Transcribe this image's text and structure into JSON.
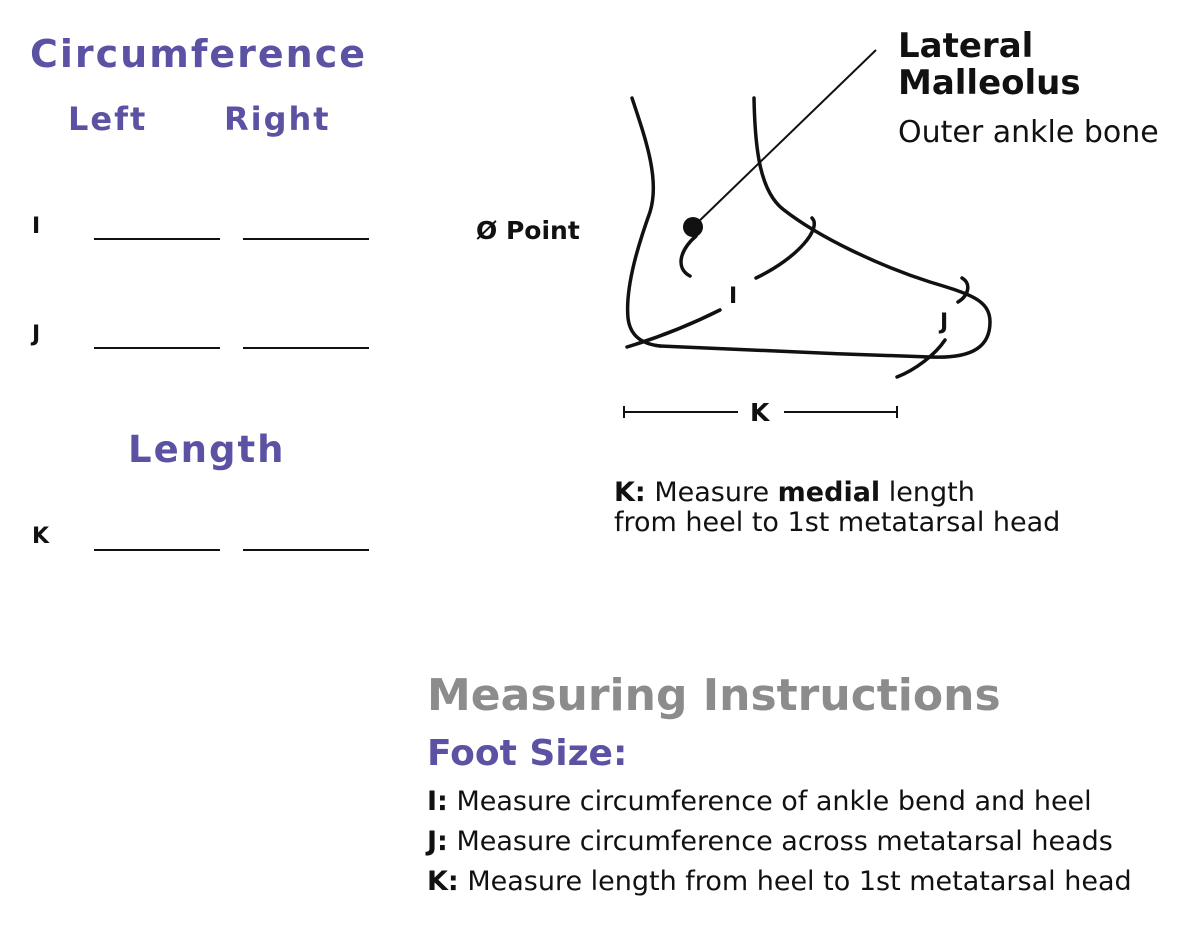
{
  "colors": {
    "purple": "#5b52a3",
    "gray": "#8c8c8c",
    "ink": "#111111"
  },
  "form": {
    "circumference_heading": "Circumference",
    "left_heading": "Left",
    "right_heading": "Right",
    "length_heading": "Length",
    "rows": [
      {
        "label": "I"
      },
      {
        "label": "J"
      },
      {
        "label": "K"
      }
    ]
  },
  "diagram": {
    "lateral_title_line1": "Lateral",
    "lateral_title_line2": "Malleolus",
    "lateral_subtitle": "Outer ankle bone",
    "o_point": "Ø Point",
    "label_I": "I",
    "label_J": "J",
    "label_K": "K",
    "k_note_key": "K:",
    "k_note_pre": "Measure",
    "k_note_bold": "medial",
    "k_note_post": "length",
    "k_note_line2": "from heel to 1st metatarsal head"
  },
  "instructions": {
    "title": "Measuring Instructions",
    "subtitle": "Foot Size:",
    "items": [
      {
        "key": "I:",
        "text": "Measure circumference of ankle bend and heel"
      },
      {
        "key": "J:",
        "text": "Measure circumference across metatarsal heads"
      },
      {
        "key": "K:",
        "text": "Measure length from heel to 1st metatarsal head"
      }
    ]
  }
}
